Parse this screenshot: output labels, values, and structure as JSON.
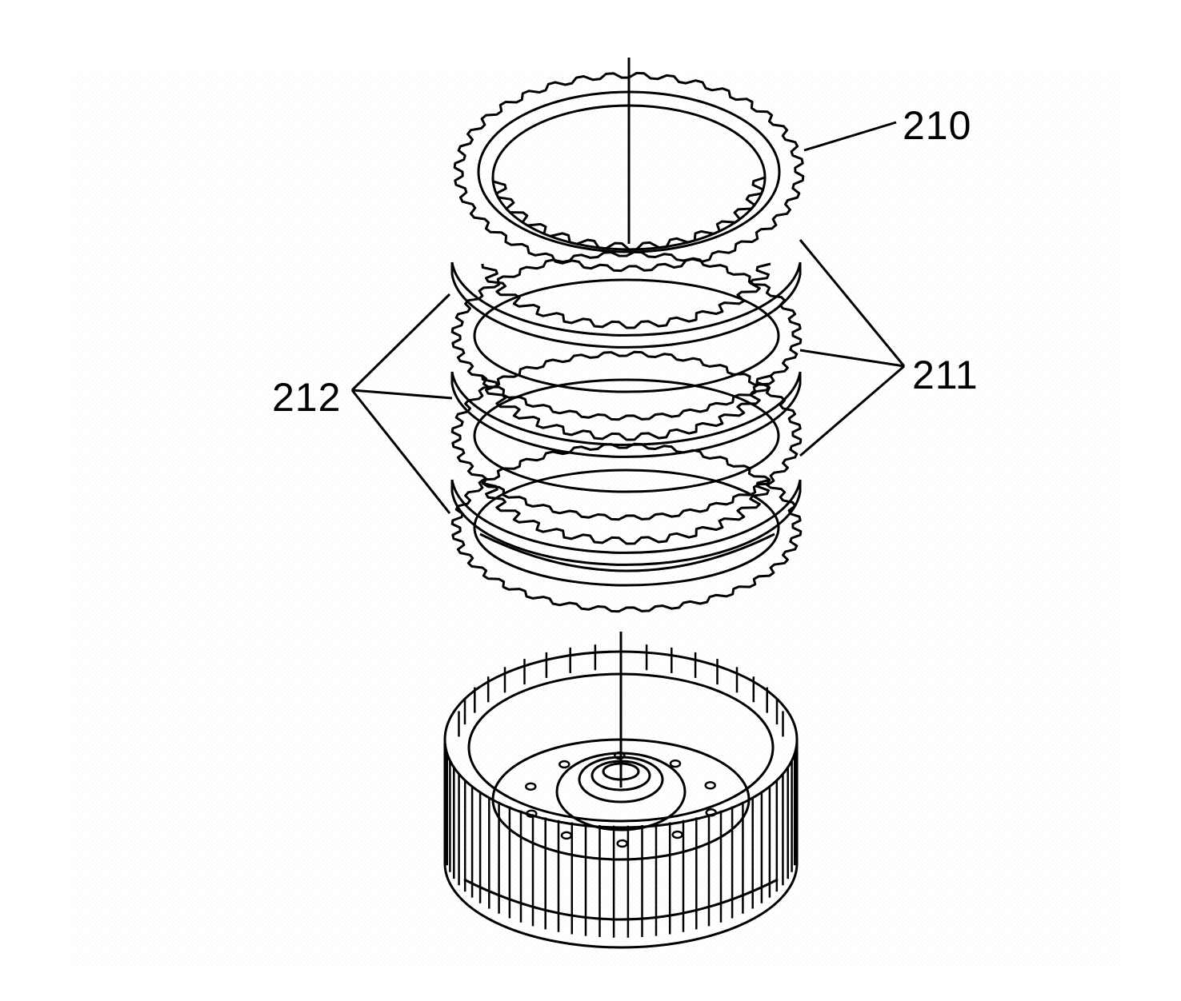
{
  "labels": {
    "ref_210": "210",
    "ref_211": "211",
    "ref_212": "212"
  },
  "colors": {
    "line": "#000000",
    "background": "#ffffff"
  }
}
